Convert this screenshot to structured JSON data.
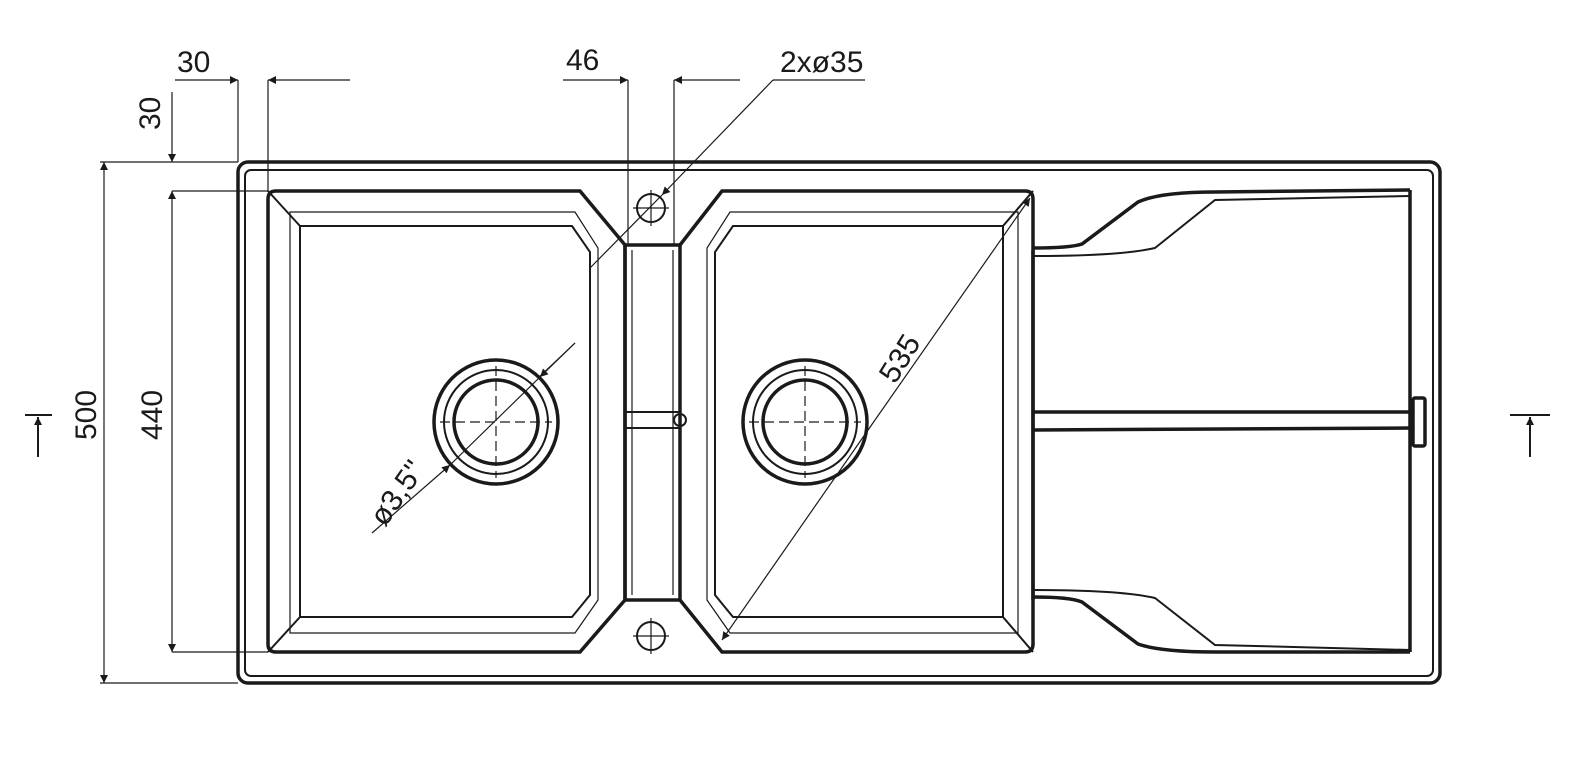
{
  "drawing": {
    "title": "Double bowl sink with drainer – top view",
    "dimensions": {
      "rim_width_top": "30",
      "rim_width_left": "30",
      "tap_hole_spacing": "46",
      "tap_holes": "2xø35",
      "overall_depth": "500",
      "bowl_depth": "440",
      "bowl_diagonal": "535",
      "drain_size": "ø3,5''"
    },
    "line_color": "#1a1a1a"
  }
}
